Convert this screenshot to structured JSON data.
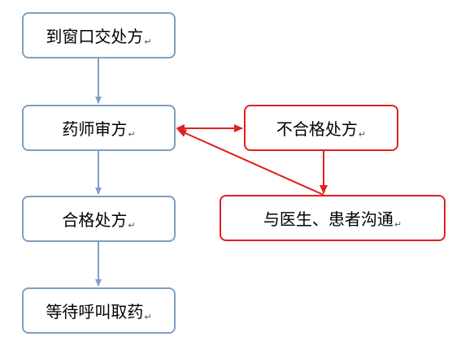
{
  "colors": {
    "blue_border": "#7f9fc4",
    "blue_arrow": "#7f9fc4",
    "red": "#e02020"
  },
  "paragraph_mark": "↵",
  "steps": {
    "window": "到窗口交处方",
    "review": "药师审方",
    "qualified": "合格处方",
    "wait": "等待呼叫取药",
    "unqualified": "不合格处方",
    "communicate": "与医生、患者沟通"
  }
}
